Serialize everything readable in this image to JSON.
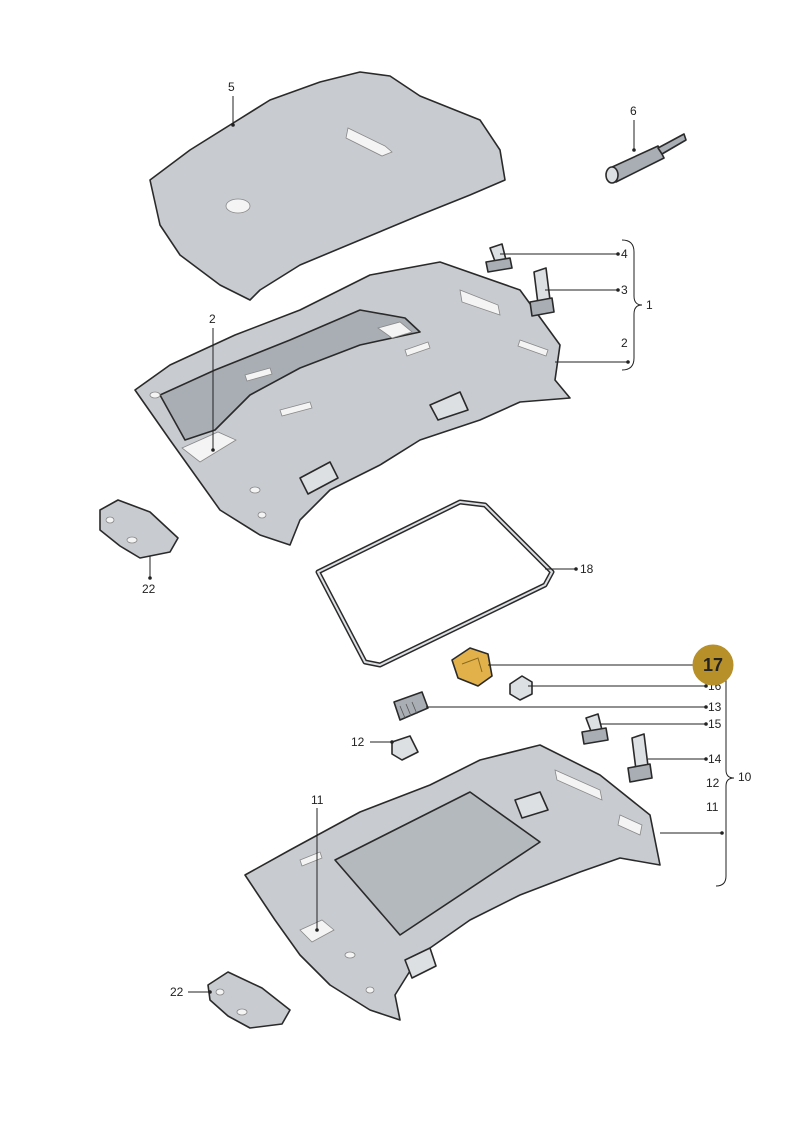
{
  "callouts": {
    "c5": "5",
    "c6": "6",
    "c4": "4",
    "c3": "3",
    "c1": "1",
    "c2_right": "2",
    "c2_left": "2",
    "c22_top": "22",
    "c18": "18",
    "c16": "16",
    "c13": "13",
    "c15": "15",
    "c12_left": "12",
    "c14": "14",
    "c12_right": "12",
    "c10": "10",
    "c11_right": "11",
    "c11_left": "11",
    "c22_bottom": "22"
  },
  "highlight": {
    "label": "17",
    "color": "#b8902a"
  },
  "colors": {
    "part_fill": "#c8ccd0",
    "part_stroke": "#2a2a2a",
    "highlight_part": "#e2b14a"
  }
}
